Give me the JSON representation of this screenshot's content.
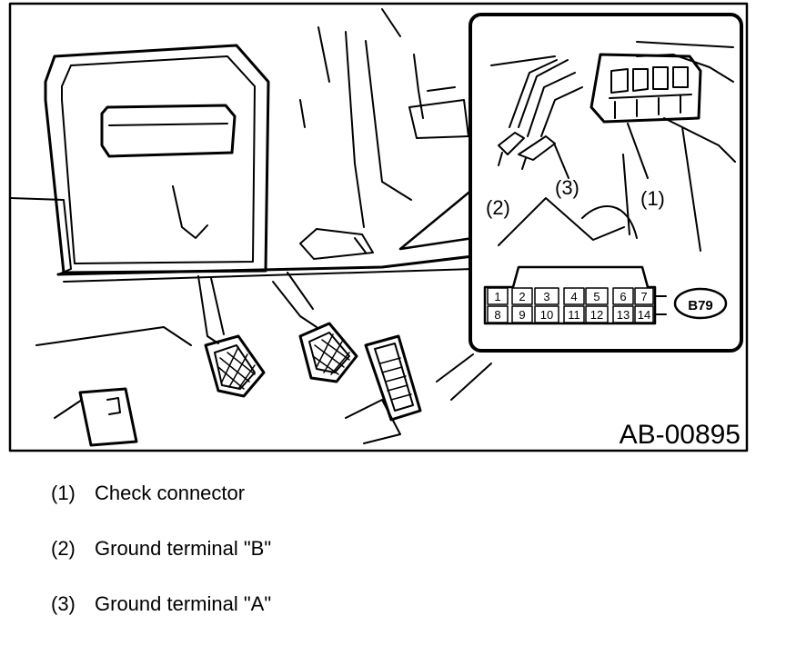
{
  "figure": {
    "code": "AB-00895",
    "callouts": [
      "(1)",
      "(2)",
      "(3)"
    ],
    "connector_badge": "B79",
    "pins_top": [
      "1",
      "2",
      "3",
      "4",
      "5",
      "6",
      "7"
    ],
    "pins_bottom": [
      "8",
      "9",
      "10",
      "11",
      "12",
      "13",
      "14"
    ]
  },
  "legend": [
    {
      "num": "(1)",
      "text": "Check connector"
    },
    {
      "num": "(2)",
      "text": "Ground terminal \"B\""
    },
    {
      "num": "(3)",
      "text": "Ground terminal \"A\""
    }
  ]
}
